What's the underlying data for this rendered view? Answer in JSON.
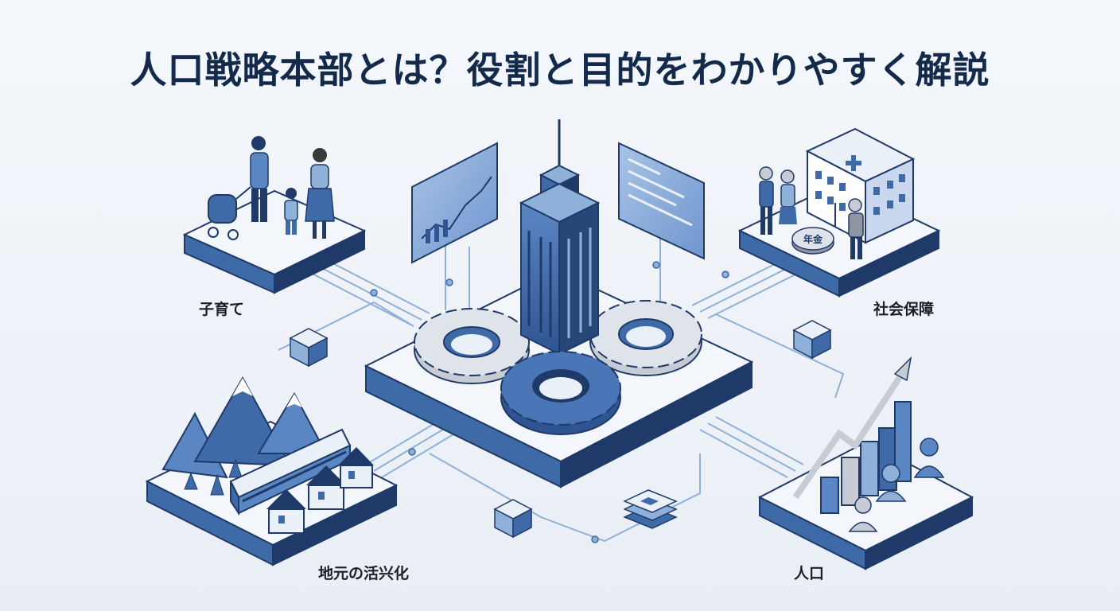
{
  "title": "人口戦略本部とは？役割と目的をわかりやすく解説",
  "labels": {
    "childcare": "子育て",
    "social_security": "社会保障",
    "regional": "地元の活兴化",
    "population": "人口"
  },
  "coin_text": "年金",
  "colors": {
    "navy": "#1f3a68",
    "blue": "#3f6aa8",
    "light_blue": "#8fb0d9",
    "pale": "#eaf0f8",
    "gray": "#c7ccd4"
  }
}
